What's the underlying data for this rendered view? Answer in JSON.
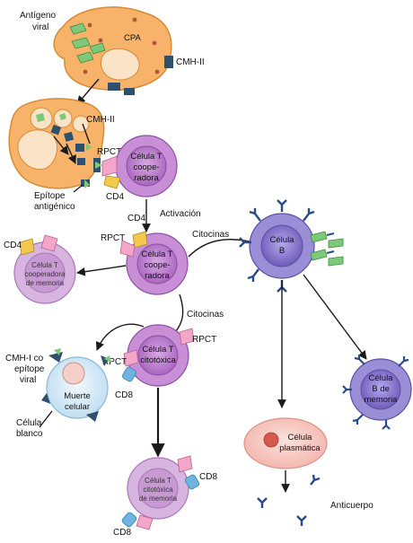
{
  "labels": {
    "antigeno_viral": [
      "Antígeno",
      "viral"
    ],
    "cpa": "CPA",
    "cmh_ii_top": "CMH-II",
    "cmh_ii_mid": "CMH-II",
    "rpct_1": "RPCT",
    "epitope": [
      "Epítope",
      "antigénico"
    ],
    "th_cell_1": [
      "Célula T",
      "coope-",
      "radora"
    ],
    "cd4_1": "CD4",
    "activacion": "Activación",
    "cd4_2": "CD4",
    "rpct_2": "RPCT",
    "th_cell_2": [
      "Célula T",
      "coope-",
      "radora"
    ],
    "citocinas_1": "Citocinas",
    "b_cell": [
      "Célula",
      "B"
    ],
    "cd4_mem": "CD4",
    "th_memory": [
      "Célula T",
      "cooperadora",
      "de memoria"
    ],
    "citocinas_2": "Citocinas",
    "rpct_3": "RPCT",
    "rpct_4": "RPCT",
    "cmh_i": [
      "CMH-I co",
      "epítope",
      "viral"
    ],
    "tc_cell": [
      "Célula T",
      "citotóxica"
    ],
    "muerte": [
      "Muerte",
      "celular"
    ],
    "cd8_1": "CD8",
    "celula_blanco": [
      "Célula",
      "blanco"
    ],
    "b_memory": [
      "Célula",
      "B de",
      "memoria"
    ],
    "plasma": [
      "Célula",
      "plasmática"
    ],
    "tc_memory": [
      "Célula T",
      "citotóxica",
      "de memoria"
    ],
    "cd8_2": "CD8",
    "cd8_3": "CD8",
    "anticuerpo": "Anticuerpo"
  },
  "colors": {
    "apc_fill": "#f7b36a",
    "apc_stroke": "#d98a35",
    "t_outer": "#c98fd6",
    "t_inner": "#a866bd",
    "b_outer": "#9a8fd6",
    "b_inner": "#6e5cba",
    "antigen": "#7dc97a",
    "receptor_dark": "#2f4f6e",
    "cd4_yellow": "#f2c94c",
    "tcr_pink": "#f3a6c8",
    "cd8_blue": "#6fb3e0",
    "antibody": "#2a4a8a",
    "plasma_fill": "#f6c9c2",
    "target_fill": "#dceef9"
  }
}
